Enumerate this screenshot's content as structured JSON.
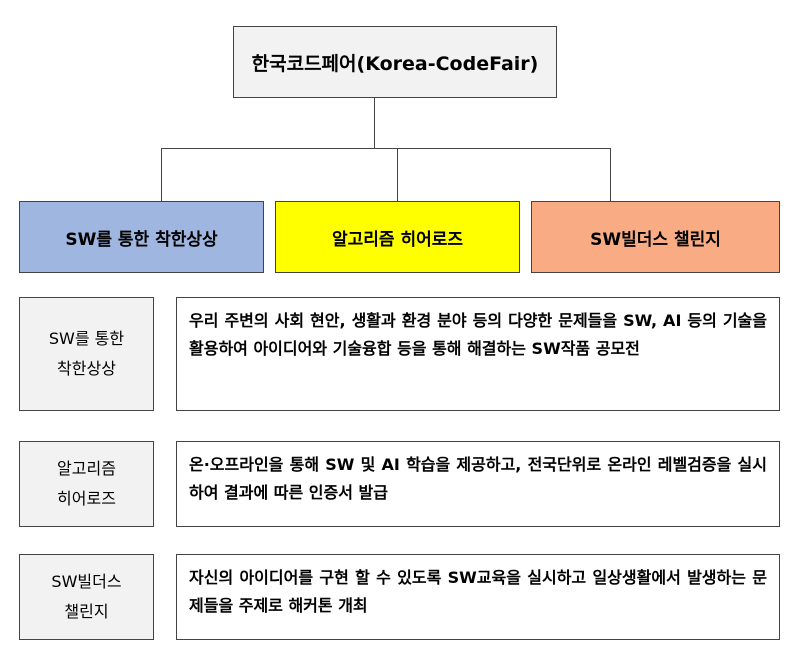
{
  "root": {
    "label": "한국코드페어(Korea-CodeFair)"
  },
  "categories": [
    {
      "label": "SW를 통한 착한상상",
      "color": "#9fb6e0"
    },
    {
      "label": "알고리즘 히어로즈",
      "color": "#ffff00"
    },
    {
      "label": "SW빌더스 챌린지",
      "color": "#f9ac84"
    }
  ],
  "details": [
    {
      "label_line1": "SW를 통한",
      "label_line2": "착한상상",
      "description": "우리 주변의 사회 현안, 생활과 환경 분야 등의 다양한 문제들을 SW, AI 등의 기술을 활용하여 아이디어와 기술융합 등을 통해 해결하는 SW작품 공모전"
    },
    {
      "label_line1": "알고리즘",
      "label_line2": "히어로즈",
      "description": "온·오프라인을 통해 SW 및 AI 학습을 제공하고, 전국단위로 온라인 레벨검증을 실시하여 결과에 따른 인증서 발급"
    },
    {
      "label_line1": "SW빌더스",
      "label_line2": "챌린지",
      "description": "자신의 아이디어를 구현 할 수 있도록 SW교육을 실시하고 일상생활에서 발생하는 문제들을 주제로 해커톤 개최"
    }
  ]
}
